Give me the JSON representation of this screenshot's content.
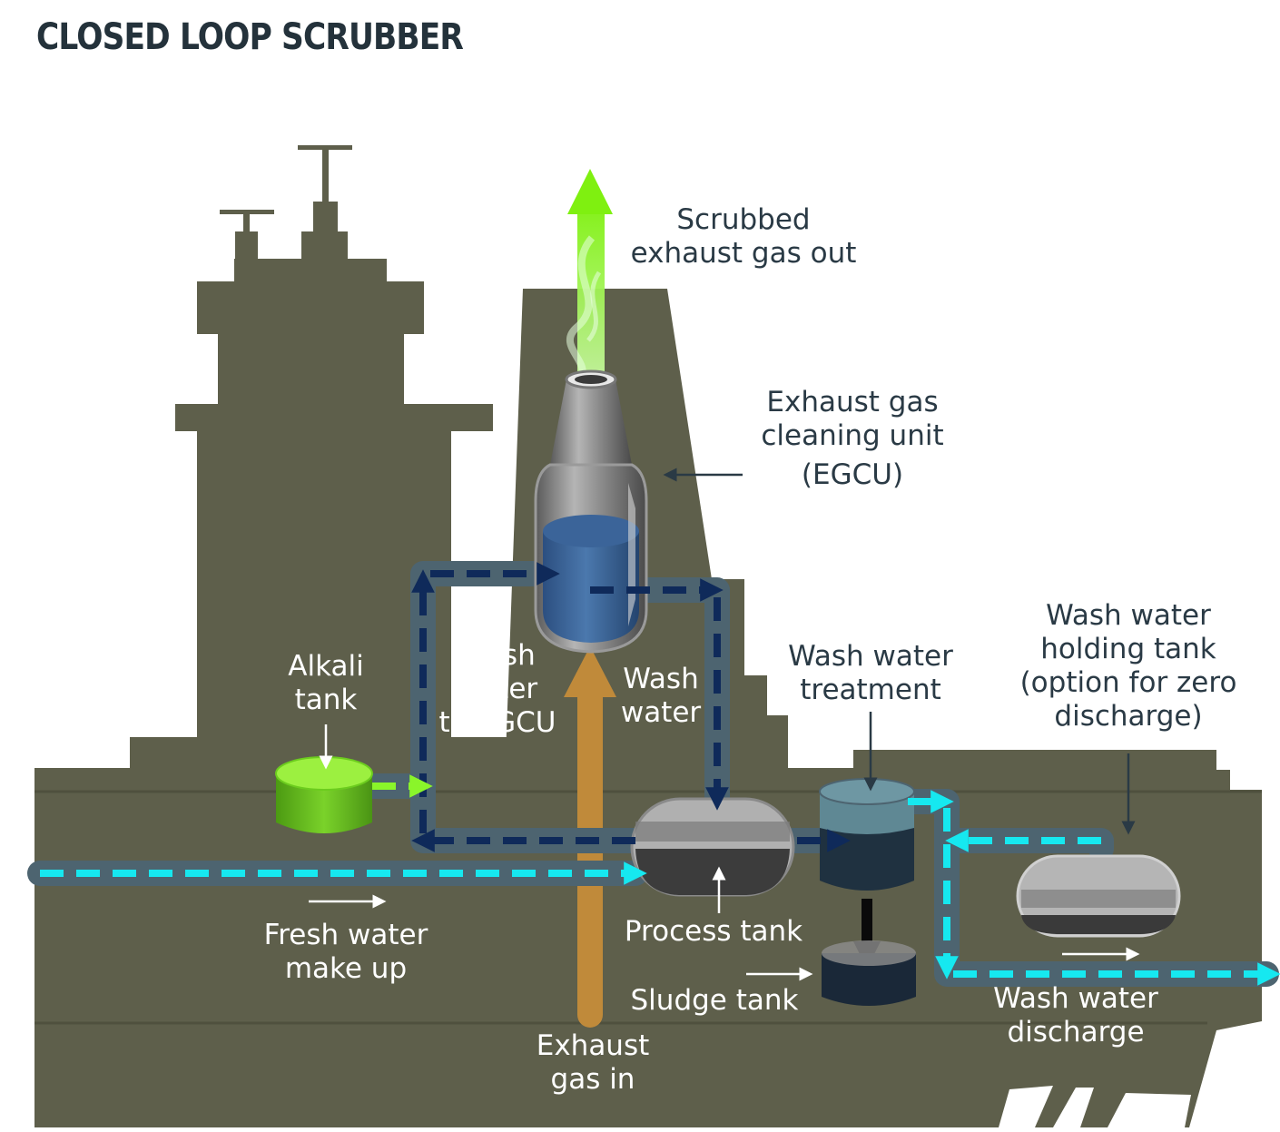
{
  "title": "CLOSED LOOP SCRUBBER",
  "labels": {
    "scrubbed_gas": [
      "Scrubbed",
      "exhaust gas out"
    ],
    "egcu": [
      "Exhaust gas",
      "cleaning unit",
      "(EGCU)"
    ],
    "alkali_tank": [
      "Alkali",
      "tank"
    ],
    "wash_water_to_egcu": [
      "Wash",
      "water",
      "to EGCU"
    ],
    "wash_water": [
      "Wash",
      "water"
    ],
    "wash_water_treatment": [
      "Wash water",
      "treatment"
    ],
    "holding_tank": [
      "Wash water",
      "holding tank",
      "(option for zero",
      "discharge)"
    ],
    "fresh_water": [
      "Fresh water",
      "make up"
    ],
    "process_tank": [
      "Process tank"
    ],
    "sludge_tank": [
      "Sludge tank"
    ],
    "exhaust_gas_in": [
      "Exhaust",
      "gas in"
    ],
    "discharge": [
      "Wash water",
      "discharge"
    ]
  },
  "colors": {
    "hull": "#5e5f4b",
    "pipe": "#4d6470",
    "wash_flow": "#0f2a5a",
    "fresh_flow": "#16e8f0",
    "alkali": "#6ccc1e",
    "exhaust_in": "#c08a3a",
    "exhaust_out": "#7ff010",
    "text_dark": "#2a3a45"
  }
}
